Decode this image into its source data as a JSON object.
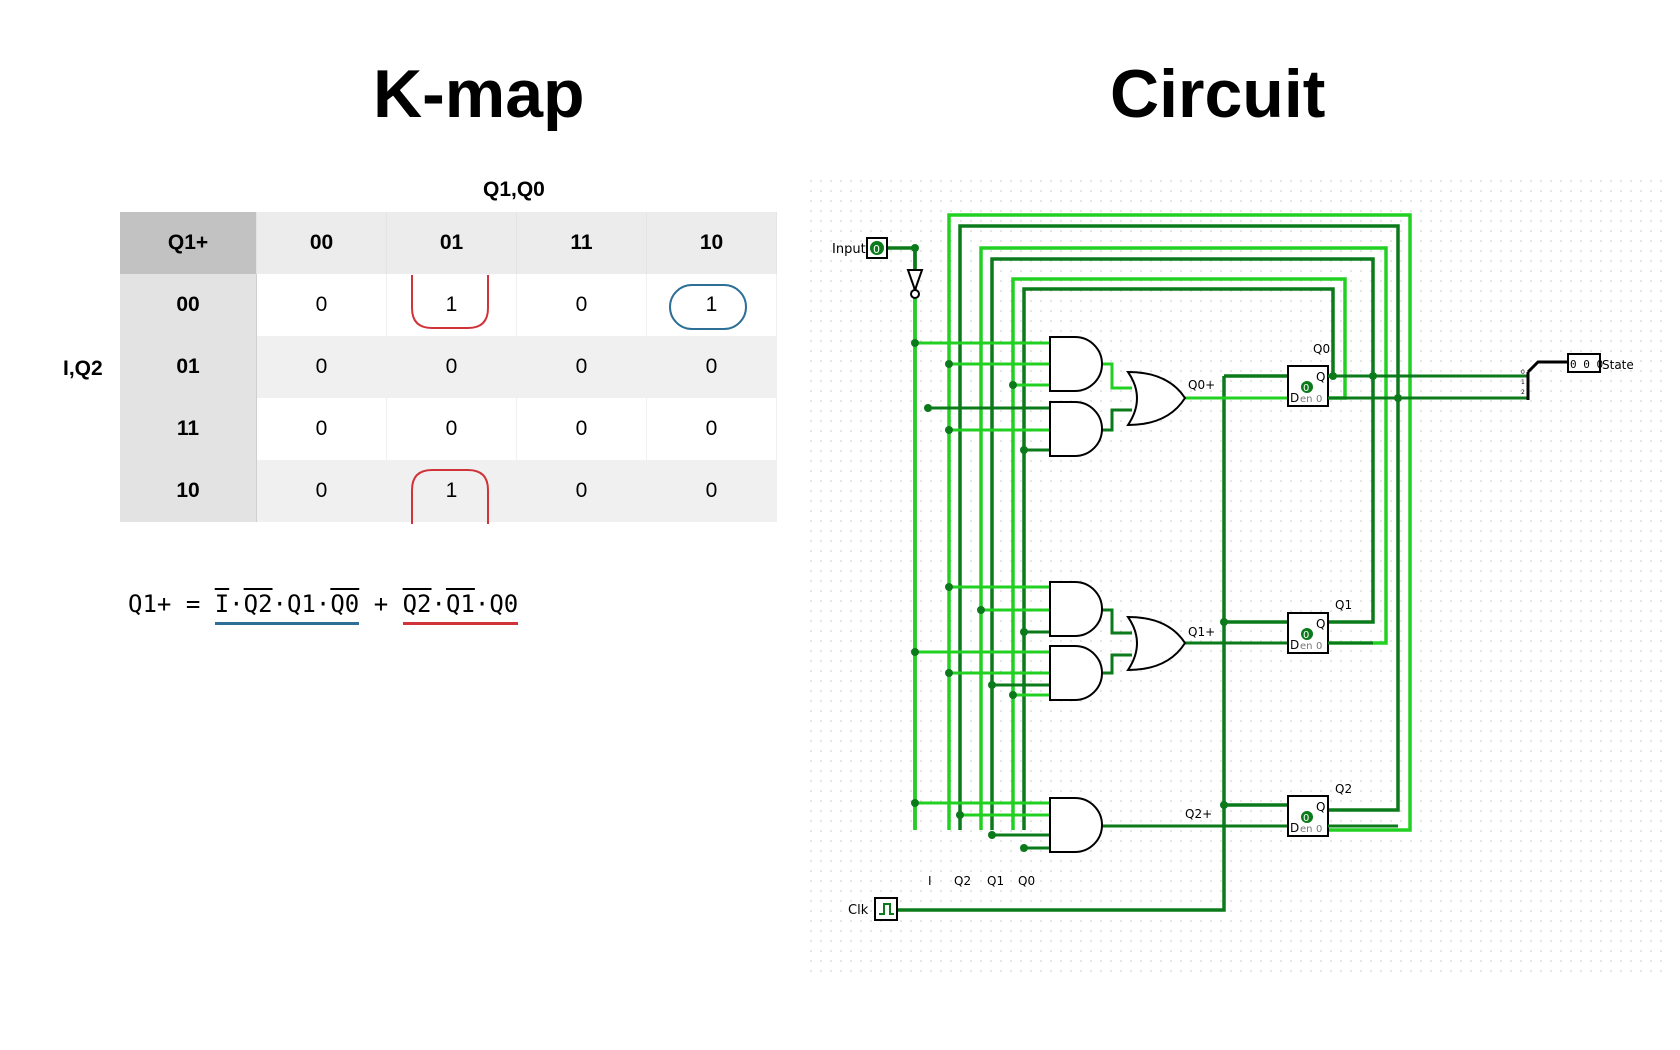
{
  "kmap": {
    "title": "K-map",
    "col_var": "Q1,Q0",
    "row_var": "I,Q2",
    "corner": "Q1+",
    "col_headers": [
      "00",
      "01",
      "11",
      "10"
    ],
    "rows": [
      {
        "label": "00",
        "cells": [
          "0",
          "1",
          "0",
          "1"
        ]
      },
      {
        "label": "01",
        "cells": [
          "0",
          "0",
          "0",
          "0"
        ]
      },
      {
        "label": "11",
        "cells": [
          "0",
          "0",
          "0",
          "0"
        ]
      },
      {
        "label": "10",
        "cells": [
          "0",
          "1",
          "0",
          "0"
        ]
      }
    ],
    "group_colors": {
      "red": "#d0343a",
      "blue": "#2e6f97"
    }
  },
  "equation": {
    "lhs": "Q1+",
    "eq": "=",
    "t1_I": "I",
    "t1_Q2": "Q2",
    "t1_Q1": "Q1",
    "t1_Q0": "Q0",
    "dot": "·",
    "plus": "+",
    "t2_Q2": "Q2",
    "t2_Q1": "Q1",
    "t2_Q0": "Q0"
  },
  "circuit": {
    "title": "Circuit",
    "input_label": "Input",
    "input_value": "0",
    "clk_label": "Clk",
    "state_label": "State",
    "state_value": "0 0 0",
    "bus_labels": [
      "I",
      "Q2",
      "Q1",
      "Q0"
    ],
    "next_state_labels": [
      "Q0+",
      "Q1+",
      "Q2+"
    ],
    "flipflops": [
      {
        "name": "Q0",
        "q": "Q",
        "d": "D",
        "en": "en",
        "zero": "0",
        "value": "0"
      },
      {
        "name": "Q1",
        "q": "Q",
        "d": "D",
        "en": "en",
        "zero": "0",
        "value": "0"
      },
      {
        "name": "Q2",
        "q": "Q",
        "d": "D",
        "en": "en",
        "zero": "0",
        "value": "0"
      }
    ],
    "splitter_bits": [
      "0",
      "1",
      "2"
    ],
    "colors": {
      "wire_bright": "#22d022",
      "wire_dark": "#0a7a1a",
      "gate": "#000000",
      "grid": "#c8c8c8"
    }
  }
}
